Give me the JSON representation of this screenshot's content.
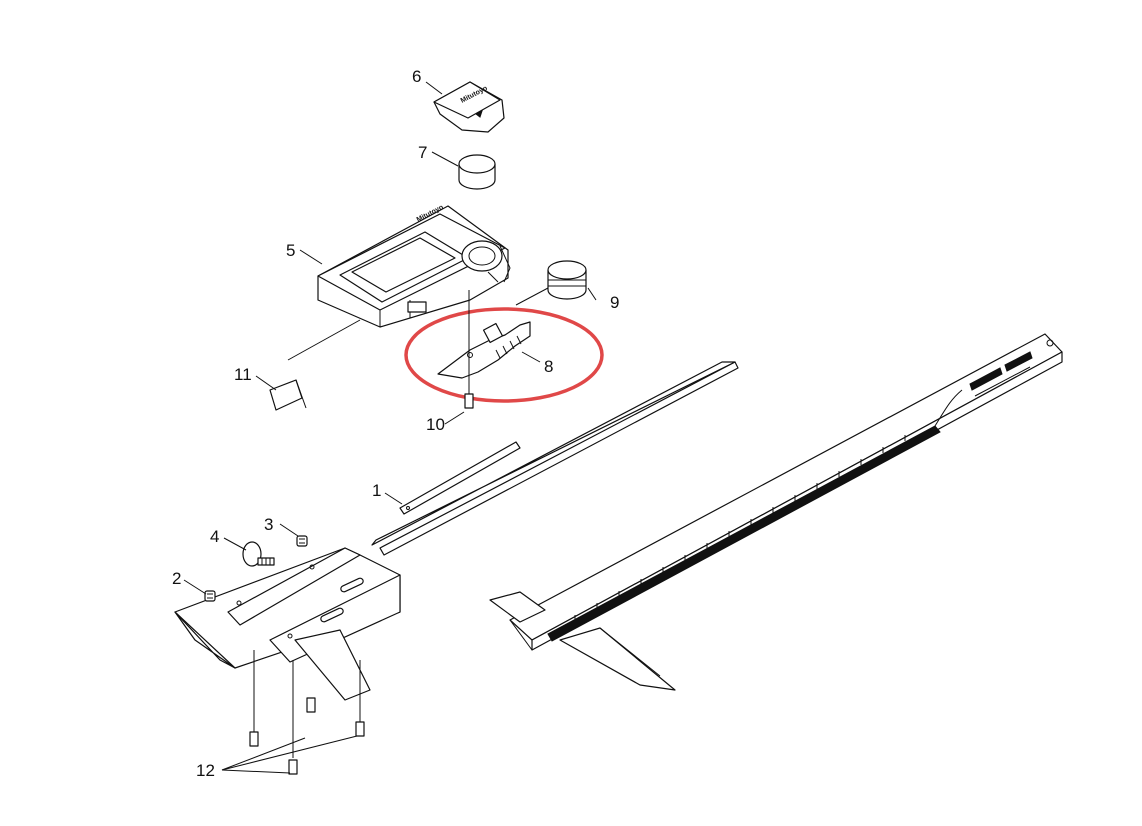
{
  "diagram": {
    "callouts": {
      "c1": "1",
      "c2": "2",
      "c3": "3",
      "c4": "4",
      "c5": "5",
      "c6": "6",
      "c7": "7",
      "c8": "8",
      "c9": "9",
      "c10": "10",
      "c11": "11",
      "c12": "12"
    },
    "logos": {
      "brand": "Mitutoyo",
      "cap_brand": "Mitutoyo"
    },
    "colors": {
      "line": "#111111",
      "highlight": "#e04848",
      "background": "#ffffff"
    }
  }
}
